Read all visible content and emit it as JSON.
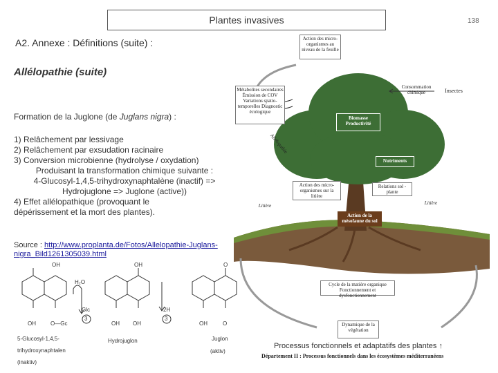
{
  "header": {
    "title": "Plantes invasives",
    "page_number": "138"
  },
  "section_title": "A2. Annexe : Définitions (suite) :",
  "subtitle": "Allélopathie (suite)",
  "intro": {
    "prefix": "Formation de la ",
    "term1": "Juglone",
    "mid": " (de ",
    "term2": "Juglans nigra",
    "suffix": ") :"
  },
  "steps": [
    "1) Relâchement par lessivage",
    "2) Relâchement par exsudation racinaire",
    "3) Conversion microbienne (hydrolyse / oxydation)"
  ],
  "transform": {
    "line1": "Produisant la transformation chimique suivante :",
    "line2": "4-Glucosyl-1,4,5-trihydroxynaphtalène (inactif) =>",
    "line3": "Hydrojuglone => Juglone (active))"
  },
  "step4": {
    "line1": "4) Effet allélopathique (provoquant le",
    "line2": "dépérissement et la mort des plantes)."
  },
  "source": {
    "prefix": "Source : ",
    "url": "http://www.proplanta.de/Fotos/Allelopathie-Juglans-nigra_Bild1261305039.html"
  },
  "chem": {
    "oh1": "OH",
    "h2o": "H₂O",
    "glc": "Glc",
    "step3a": "3",
    "oh_top2": "OH",
    "h2": "2H",
    "step3b": "3",
    "o_top": "O",
    "oh_bl": "OH",
    "o_gc": "O—Gc",
    "oh_b2a": "OH",
    "oh_b2b": "OH",
    "oh_b3": "OH",
    "o_b3": "O",
    "name1a": "5-Glucosyl-1,4,5-",
    "name1b": "trihydroxynaphtalen",
    "name1c": "(inaktiv)",
    "name2": "Hydrojuglon",
    "name3a": "Juglon",
    "name3b": "(aktiv)"
  },
  "diagram": {
    "action_leaf": "Action des micro-organismes au niveau de la feuille",
    "metabolites": "Métabolites secondaires Émission de COV Variations spatio-temporelles Diagnostic écologique",
    "consommation": "Consommation chimique",
    "insectes": "Insectes",
    "biomasse": "Biomasse Productivité",
    "nutriments": "Nutriments",
    "allelo": "Allélopathie",
    "action_litiere": "Action des micro-organismes sur la litière",
    "relations": "Relations sol - plante",
    "litiere": "Litière",
    "action_sol": "Action de la mésofaune du sol",
    "cycle": "Cycle de la matière organique Fonctionnement et dysfonctionnement",
    "dynamique": "Dynamique de la végétation"
  },
  "caption": "Processus fonctionnels et adaptatifs des plantes ↑",
  "footer": "Département II : Processus fonctionnels dans les écosystèmes méditerranéens",
  "colors": {
    "foliage": "#3d6e35",
    "trunk": "#5a3a22",
    "soil": "#7a5a3c",
    "grass": "#6f8f3a"
  }
}
